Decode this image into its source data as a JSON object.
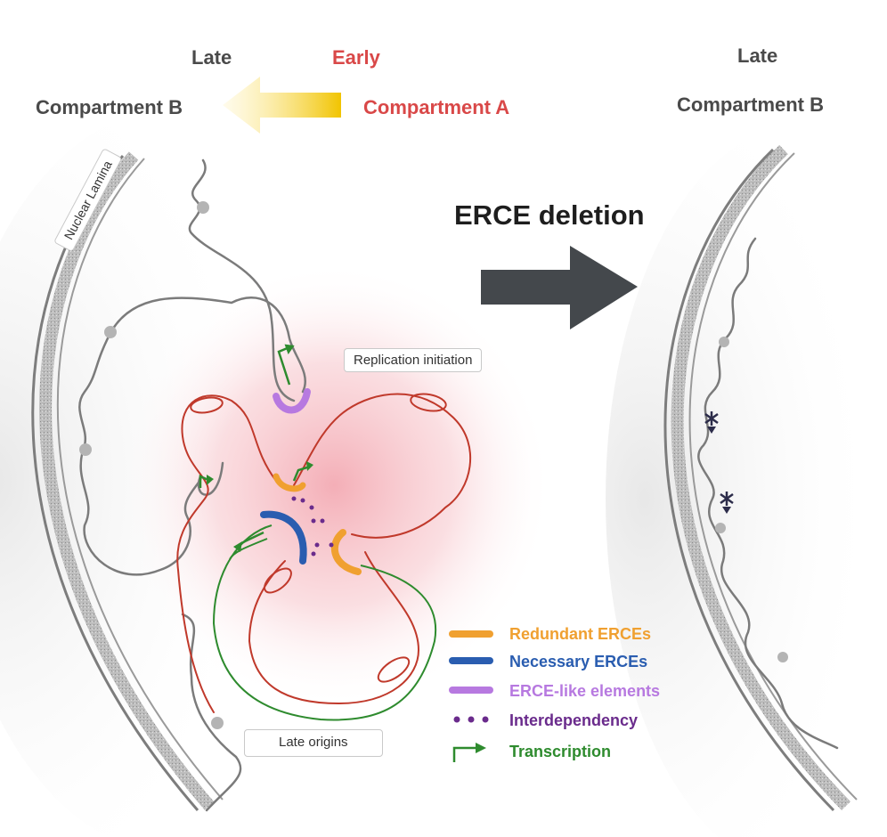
{
  "header": {
    "left_late": "Late",
    "left_early": "Early",
    "left_compartment_b": "Compartment B",
    "left_compartment_a": "Compartment A",
    "right_late": "Late",
    "right_compartment_b": "Compartment B"
  },
  "deletion": {
    "label": "ERCE deletion"
  },
  "callouts": {
    "nuclear_lamina": "Nuclear Lamina",
    "replication_initiation": "Replication initiation",
    "late_origins": "Late origins"
  },
  "legend": {
    "items": [
      {
        "label": "Redundant ERCEs",
        "color": "#f0a030"
      },
      {
        "label": "Necessary ERCEs",
        "color": "#2a5db0"
      },
      {
        "label": "ERCE-like elements",
        "color": "#b779e0"
      },
      {
        "label": "Interdependency",
        "color": "#6a2b8c"
      },
      {
        "label": "Transcription",
        "color": "#2e8b2e"
      }
    ]
  },
  "colors": {
    "early_red": "#d94848",
    "late_gray": "#4a4a4a",
    "chromatin_red": "#c0392b",
    "lamina_gray": "#8c8c8c",
    "arrow_dark": "#44484c",
    "gradient_yellow": "#f4c400"
  }
}
